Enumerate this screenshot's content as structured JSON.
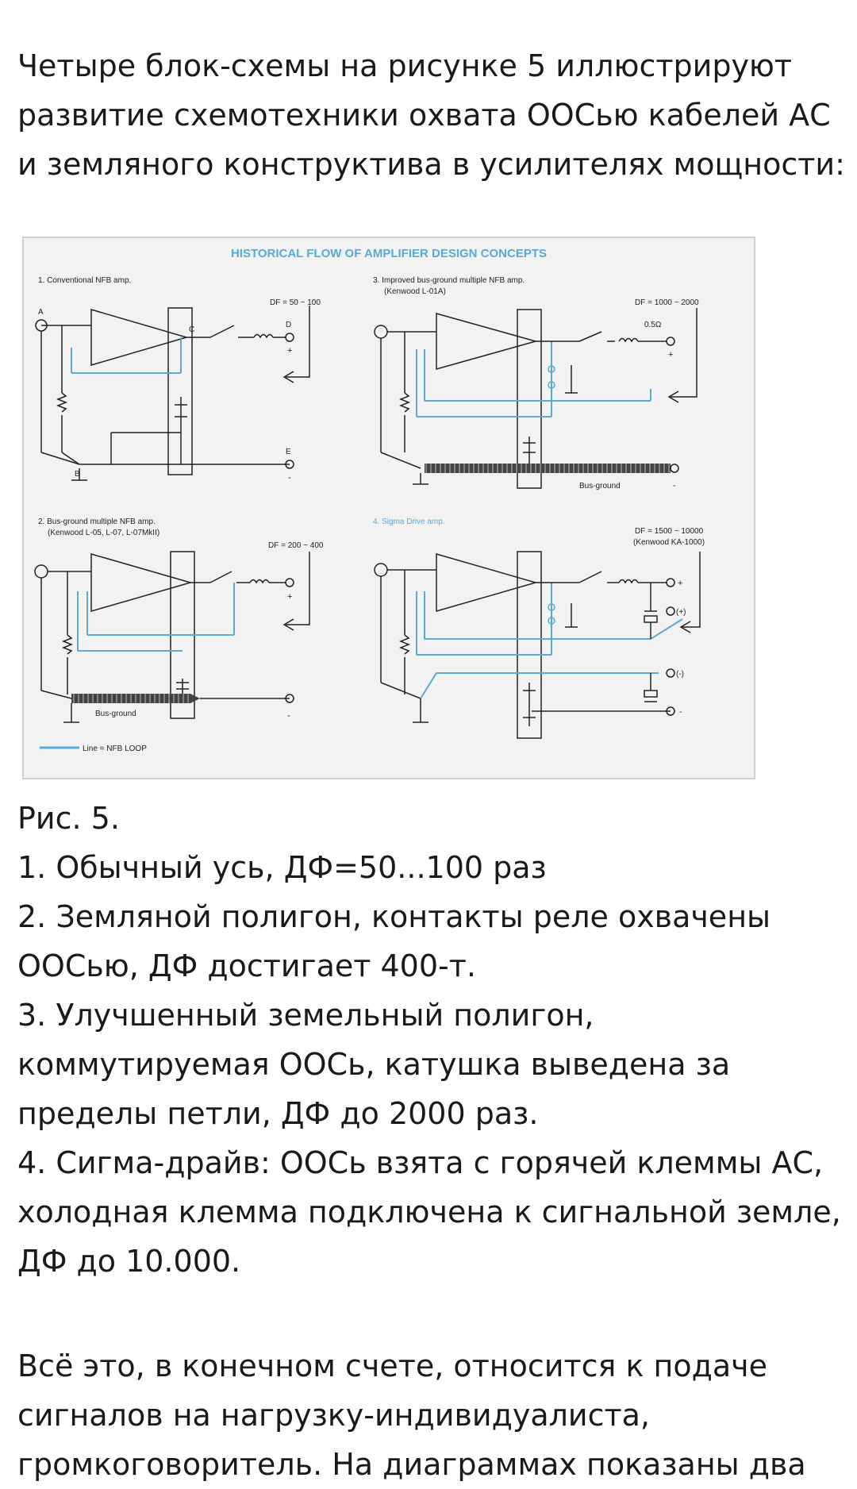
{
  "intro": {
    "lines": [
      "Четыре блок-схемы на рисунке 5 иллюстрируют",
      "развитие схемотехники охвата ООСью кабелей АС",
      "и земляного конструктива в усилителях мощности:"
    ]
  },
  "figure": {
    "title": "HISTORICAL FLOW OF AMPLIFIER DESIGN CONCEPTS",
    "panels": [
      {
        "label": "1. Conventional NFB amp.",
        "sublabel": "",
        "df": "DF = 50 ~ 100",
        "bus": ""
      },
      {
        "label": "2. Bus-ground multiple NFB amp.",
        "sublabel": "(Kenwood L-05, L-07, L-07MkII)",
        "df": "DF = 200 ~ 400",
        "bus": "Bus-ground"
      },
      {
        "label": "3. Improved bus-ground multiple NFB amp.",
        "sublabel": "(Kenwood L-01A)",
        "df": "DF = 1000 ~ 2000",
        "bus": "Bus-ground"
      },
      {
        "label": "4. Sigma Drive amp.",
        "sublabel": "",
        "df": "DF = 1500 ~ 10000",
        "df_sub": "(Kenwood KA-1000)",
        "bus": ""
      }
    ],
    "marks": {
      "a": "A",
      "b": "B",
      "c": "C",
      "d": "D",
      "e": "E",
      "plus": "+",
      "minus": "-",
      "plus_sense": "(+)",
      "minus_sense": "(-)",
      "r05": "0.5Ω"
    },
    "legend": "Line = NFB LOOP",
    "colors": {
      "nfb_loop": "#5aa9d6",
      "lines": "#2a2a2a",
      "title": "#5aa9d6",
      "panel_bg": "#f2f2f2"
    }
  },
  "caption": {
    "lines": [
      "Рис. 5.",
      "1. Обычный усь, ДФ=50...100 раз",
      "2. Земляной полигон, контакты реле охвачены",
      "ООСью, ДФ достигает 400-т.",
      "3. Улучшенный земельный полигон,",
      "коммутируемая ООСь, катушка выведена за",
      "пределы петли, ДФ до 2000 раз.",
      "4. Сигма-драйв: ООСь взята с горячей клеммы АС,",
      "холодная клемма подключена к сигнальной земле,",
      "ДФ до 10.000."
    ]
  },
  "outro": {
    "lines": [
      "Всё это, в конечном счете, относится к подаче",
      "сигналов на нагрузку-индивидуалиста,",
      "громкоговоритель. На диаграммах показаны два"
    ]
  }
}
